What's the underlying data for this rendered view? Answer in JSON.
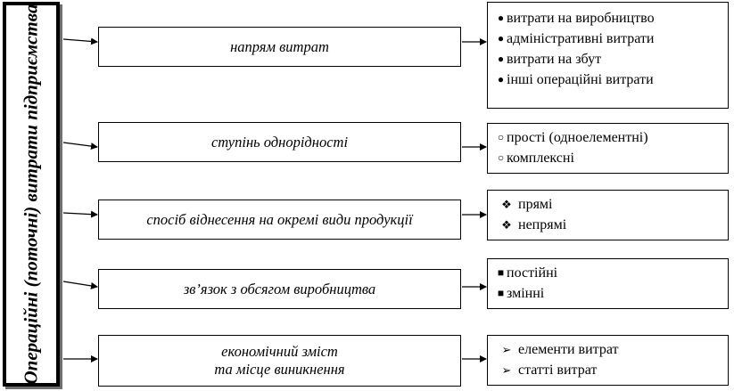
{
  "root": {
    "label": "Операційні (поточні) витрати підприємства"
  },
  "groups": [
    {
      "label_lines": [
        "напрям витрат"
      ],
      "marker": "●",
      "items": [
        "витрати на виробництво",
        "адміністративні витрати",
        "витрати на збут",
        "інші операційні витрати"
      ]
    },
    {
      "label_lines": [
        "ступінь однорідності"
      ],
      "marker": "○",
      "items": [
        "прості (одноелементні)",
        "комплексні"
      ]
    },
    {
      "label_lines": [
        "спосіб віднесення на окремі види продукції"
      ],
      "marker": "❖",
      "items": [
        "прямі",
        "непрямі"
      ]
    },
    {
      "label_lines": [
        "зв’язок з обсягом виробництва"
      ],
      "marker": "■",
      "items": [
        "постійні",
        "змінні"
      ]
    },
    {
      "label_lines": [
        "економічний зміст",
        "та місце виникнення"
      ],
      "marker": "➢",
      "items": [
        "елементи витрат",
        "статті витрат"
      ]
    }
  ]
}
